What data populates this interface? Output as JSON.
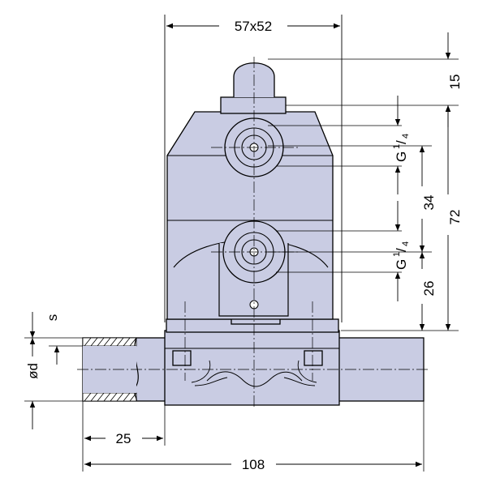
{
  "dimensions": {
    "top_width": "57x52",
    "top_height": "15",
    "thread_upper": "G",
    "thread_lower": "G",
    "thread_fraction_num": "1",
    "thread_fraction_den": "4",
    "spacing_34": "34",
    "overall_72": "72",
    "spacing_26": "26",
    "wall_s": "s",
    "diameter_d": "ød",
    "pipe_25": "25",
    "length_108": "108"
  },
  "colors": {
    "body_fill": "#c9cce3",
    "line": "#000000",
    "background": "#ffffff"
  }
}
